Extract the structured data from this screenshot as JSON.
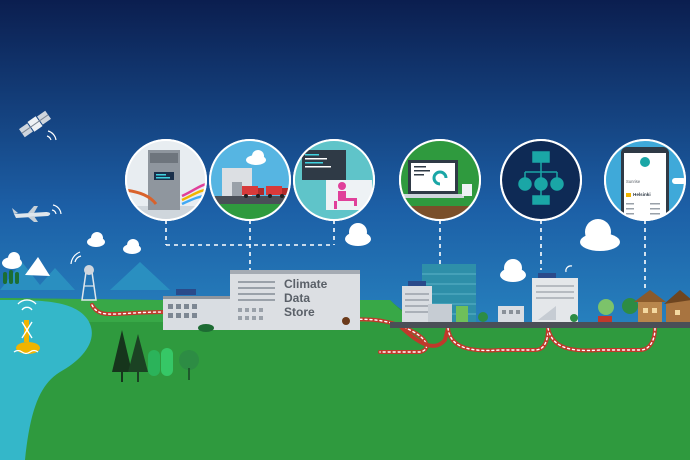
{
  "store": {
    "line1": "Climate",
    "line2": "Data",
    "line3": "Store"
  },
  "phone": {
    "label": "Sunrise",
    "place": "Helsinki"
  },
  "colors": {
    "sky_top": "#0b1e4f",
    "sky_bottom": "#2fa0d6",
    "grass": "#2f9a3e",
    "water": "#34b7c9",
    "cable": "#c0392b",
    "accent_teal": "#1aa6a6",
    "accent_pink": "#e0409a"
  },
  "icons": [
    "satellite-icon",
    "airplane-icon",
    "buoy-icon",
    "weather-station-icon",
    "server-rack-icon",
    "truck-icon",
    "computer-user-icon",
    "laptop-icon",
    "flowchart-icon",
    "smartphone-icon"
  ]
}
